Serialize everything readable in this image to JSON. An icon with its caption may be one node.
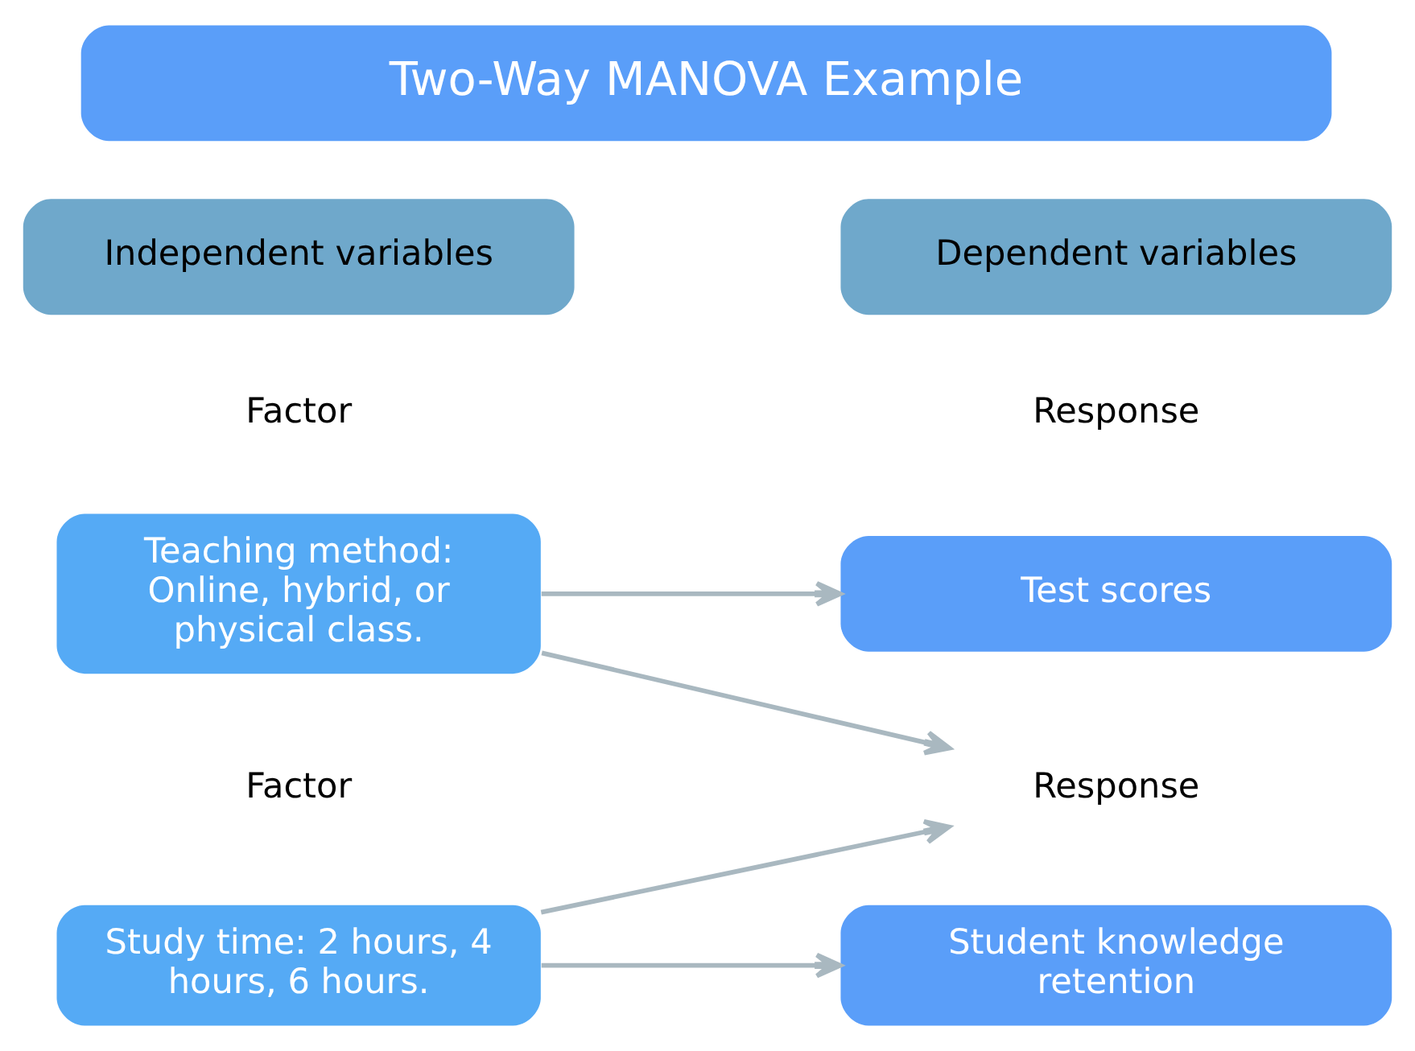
{
  "diagram": {
    "nodes": [
      {
        "text": [
          "Two-Way MANOVA Example"
        ]
      },
      {
        "text": [
          "Independent variables"
        ]
      },
      {
        "text": [
          "Dependent variables"
        ]
      },
      {
        "text": [
          "Teaching method: Online, hybrid, or physical class."
        ]
      },
      {
        "text": [
          "Test scores"
        ]
      },
      {
        "text": [
          "Response"
        ]
      },
      {
        "text": [
          "Study time: 2 hours, 4 hours, 6 hours."
        ]
      },
      {
        "text": [
          "Student knowledge retention"
        ]
      }
    ],
    "edges": [
      {
        "from": 3,
        "to": 4,
        "arrow": "to"
      },
      {
        "from": 3,
        "to": 5,
        "arrow": "to"
      },
      {
        "from": 6,
        "to": 5,
        "arrow": "to"
      },
      {
        "from": 6,
        "to": 7,
        "arrow": "to"
      }
    ],
    "labels": [
      "Factor",
      "Response",
      "Factor"
    ]
  }
}
